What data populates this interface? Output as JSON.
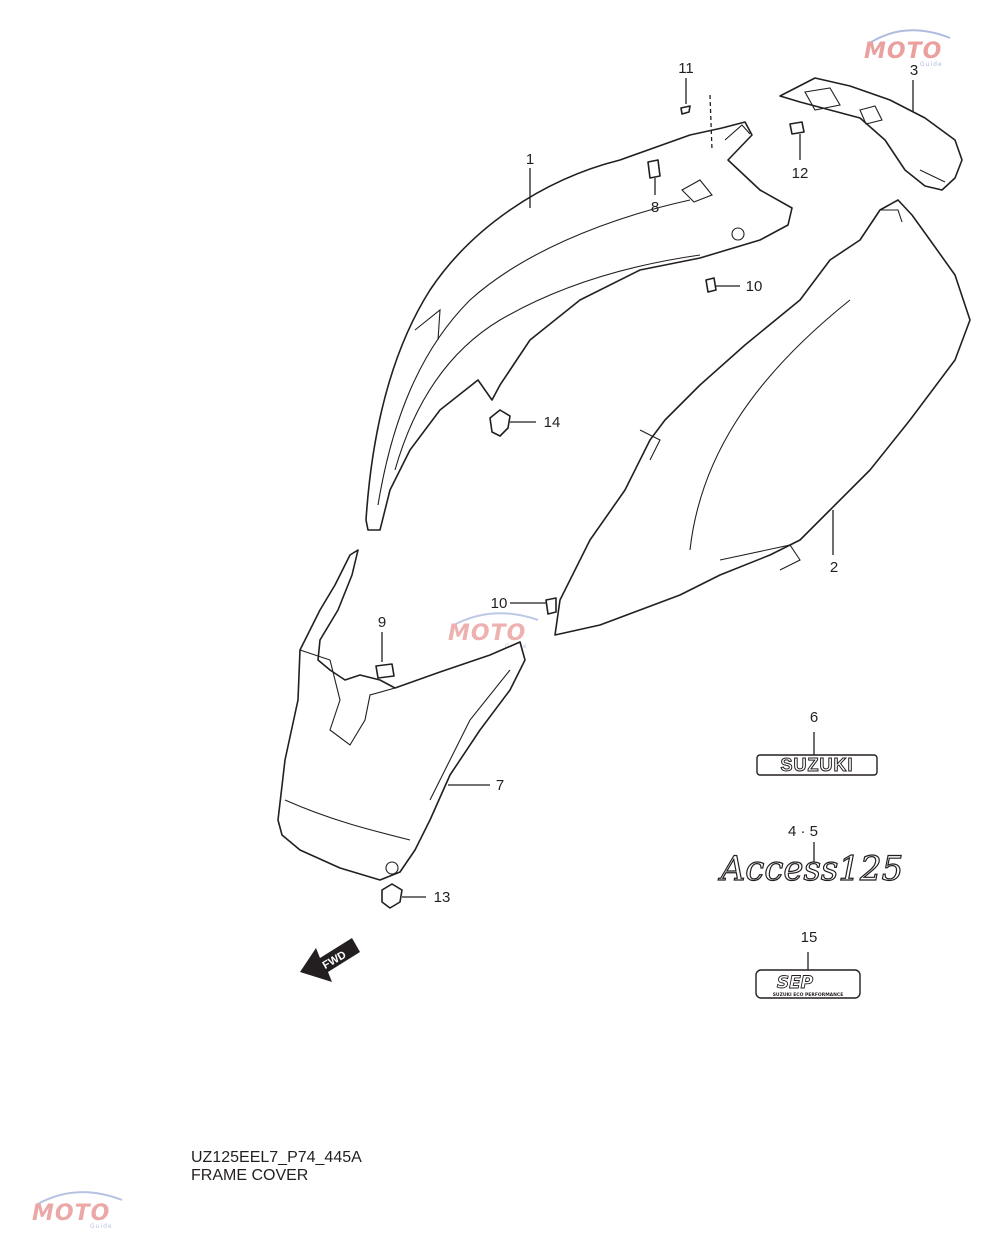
{
  "diagram": {
    "code": "UZ125EEL7_P74_445A",
    "title": "FRAME COVER"
  },
  "callouts": [
    {
      "id": "c1",
      "label": "1"
    },
    {
      "id": "c2",
      "label": "2"
    },
    {
      "id": "c3",
      "label": "3"
    },
    {
      "id": "c45",
      "label": "4 · 5"
    },
    {
      "id": "c6",
      "label": "6"
    },
    {
      "id": "c7",
      "label": "7"
    },
    {
      "id": "c8",
      "label": "8"
    },
    {
      "id": "c9",
      "label": "9"
    },
    {
      "id": "c10a",
      "label": "10"
    },
    {
      "id": "c10b",
      "label": "10"
    },
    {
      "id": "c11",
      "label": "11"
    },
    {
      "id": "c12",
      "label": "12"
    },
    {
      "id": "c13",
      "label": "13"
    },
    {
      "id": "c14",
      "label": "14"
    },
    {
      "id": "c15",
      "label": "15"
    }
  ],
  "emblems": {
    "suzuki": "SUZUKI",
    "access": "Access125",
    "sep": "SEP",
    "sep_sub": "SUZUKI ECO PERFORMANCE"
  },
  "fwd_label": "FWD",
  "watermark": {
    "text": "MOTO",
    "subtext": "Guide"
  },
  "colors": {
    "line": "#231f20",
    "watermark_red": "#d9534f",
    "watermark_blue": "#6f86c4"
  }
}
